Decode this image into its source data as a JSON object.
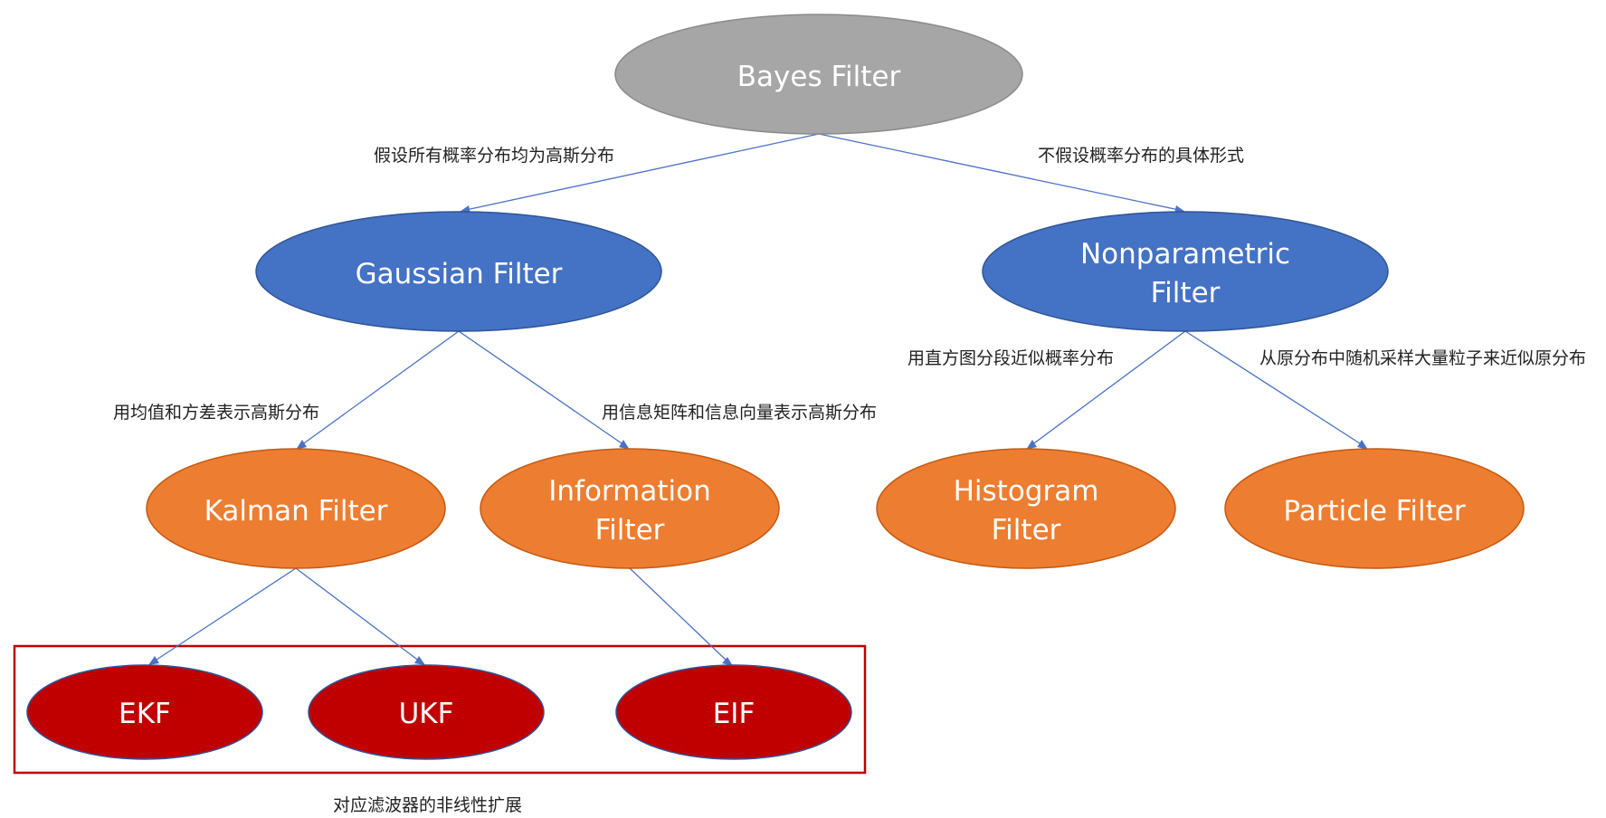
{
  "colors": {
    "bayes": "#a6a6a6",
    "bayes_stroke": "#8a8a8a",
    "gaussian_family": "#4472c4",
    "gaussian_family_stroke": "#2f5597",
    "concrete": "#ed7d31",
    "concrete_stroke": "#c55a11",
    "nonlinear": "#c00000",
    "nonlinear_stroke": "#2f5597",
    "group_box": "#c00000",
    "edge": "#4a72c4"
  },
  "nodes": {
    "bayes": {
      "lines": [
        "Bayes Filter"
      ]
    },
    "gaussian": {
      "lines": [
        "Gaussian Filter"
      ]
    },
    "nonparametric": {
      "lines": [
        "Nonparametric",
        "Filter"
      ]
    },
    "kalman": {
      "lines": [
        "Kalman Filter"
      ]
    },
    "information": {
      "lines": [
        "Information",
        "Filter"
      ]
    },
    "histogram": {
      "lines": [
        "Histogram",
        "Filter"
      ]
    },
    "particle": {
      "lines": [
        "Particle Filter"
      ]
    },
    "ekf": {
      "lines": [
        "EKF"
      ]
    },
    "ukf": {
      "lines": [
        "UKF"
      ]
    },
    "eif": {
      "lines": [
        "EIF"
      ]
    }
  },
  "edge_labels": {
    "bayes_gaussian": "假设所有概率分布均为高斯分布",
    "bayes_nonparametric": "不假设概率分布的具体形式",
    "gaussian_kalman": "用均值和方差表示高斯分布",
    "gaussian_information": "用信息矩阵和信息向量表示高斯分布",
    "nonparametric_histogram": "用直方图分段近似概率分布",
    "nonparametric_particle": "从原分布中随机采样大量粒子来近似原分布"
  },
  "group": {
    "caption": "对应滤波器的非线性扩展"
  }
}
